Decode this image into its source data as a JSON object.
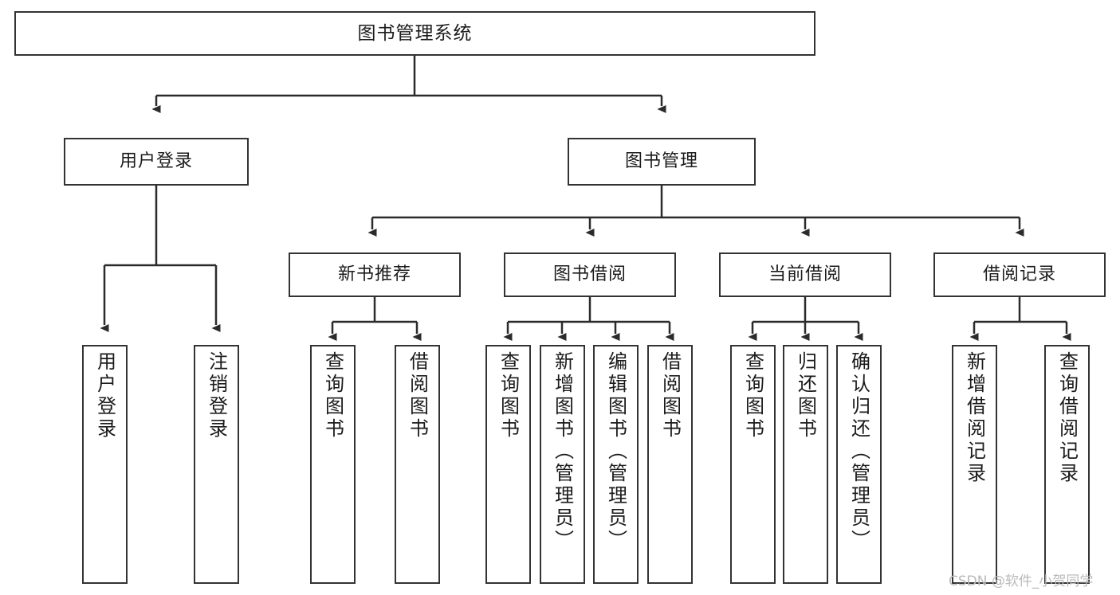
{
  "diagram": {
    "title": "图书管理系统",
    "type": "tree",
    "background_color": "#ffffff",
    "line_color": "#333333",
    "box_border_color": "#333333",
    "box_fill_color": "#ffffff",
    "text_color": "#1b1b1b"
  },
  "nodes": {
    "root": {
      "label": "图书管理系统"
    },
    "level1": [
      {
        "id": "user-login",
        "label": "用户登录"
      },
      {
        "id": "book-manage",
        "label": "图书管理"
      }
    ],
    "level2": [
      {
        "id": "new-book-recommend",
        "label": "新书推荐"
      },
      {
        "id": "book-borrow",
        "label": "图书借阅"
      },
      {
        "id": "current-borrow",
        "label": "当前借阅"
      },
      {
        "id": "borrow-record",
        "label": "借阅记录"
      }
    ],
    "leaves": [
      {
        "id": "leaf-user-login",
        "label": "用户登录",
        "parent": "user-login"
      },
      {
        "id": "leaf-logout",
        "label": "注销登录",
        "parent": "user-login"
      },
      {
        "id": "leaf-query-book-1",
        "label": "查询图书",
        "parent": "new-book-recommend"
      },
      {
        "id": "leaf-borrow-book-1",
        "label": "借阅图书",
        "parent": "new-book-recommend"
      },
      {
        "id": "leaf-query-book-2",
        "label": "查询图书",
        "parent": "book-borrow"
      },
      {
        "id": "leaf-add-book",
        "label": "新增图书（管理员）",
        "parent": "book-borrow"
      },
      {
        "id": "leaf-edit-book",
        "label": "编辑图书（管理员）",
        "parent": "book-borrow"
      },
      {
        "id": "leaf-borrow-book-2",
        "label": "借阅图书",
        "parent": "book-borrow"
      },
      {
        "id": "leaf-query-book-3",
        "label": "查询图书",
        "parent": "current-borrow"
      },
      {
        "id": "leaf-return-book",
        "label": "归还图书",
        "parent": "current-borrow"
      },
      {
        "id": "leaf-confirm-return",
        "label": "确认归还（管理员）",
        "parent": "current-borrow"
      },
      {
        "id": "leaf-add-record",
        "label": "新增借阅记录",
        "parent": "borrow-record"
      },
      {
        "id": "leaf-query-record",
        "label": "查询借阅记录",
        "parent": "borrow-record"
      }
    ]
  },
  "watermark": {
    "text": "CSDN @软件_小贺同学"
  }
}
